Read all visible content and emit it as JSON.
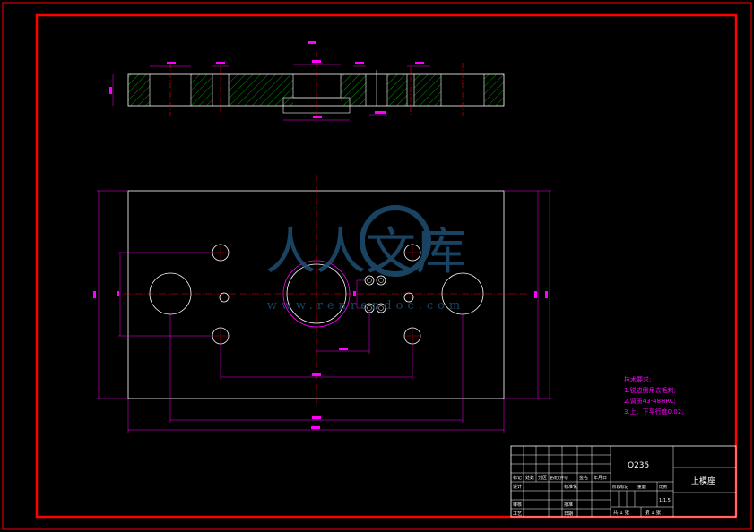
{
  "drawing": {
    "material": "Q235",
    "part_name": "上模座",
    "scale": "1:1.5",
    "sheet_total": "共 1 张",
    "sheet_no": "第 1 张"
  },
  "notes": {
    "title": "技术要求:",
    "items": [
      "1.锐边倒角去毛刺;",
      "2.调质43-48HRC;",
      "3.上、下平行度0.02。"
    ]
  },
  "title_block": {
    "header_cells": [
      "标记",
      "处数",
      "分区",
      "更改文件号",
      "签名",
      "年月日"
    ],
    "row_labels": [
      "设计",
      "审核",
      "工艺"
    ],
    "mid_labels": [
      "标准化",
      "批准",
      "日期"
    ],
    "stage_labels": [
      "阶段标记",
      "重量",
      "比例"
    ]
  },
  "watermark": {
    "text": "人人文库",
    "url": "www.renrendoc.com"
  },
  "colors": {
    "border": "#ff0000",
    "outline": "#ffffff",
    "dimension": "#ff00ff",
    "centerline": "#ff0000",
    "hatch": "#00ff00",
    "watermark": "#1f4f73"
  }
}
